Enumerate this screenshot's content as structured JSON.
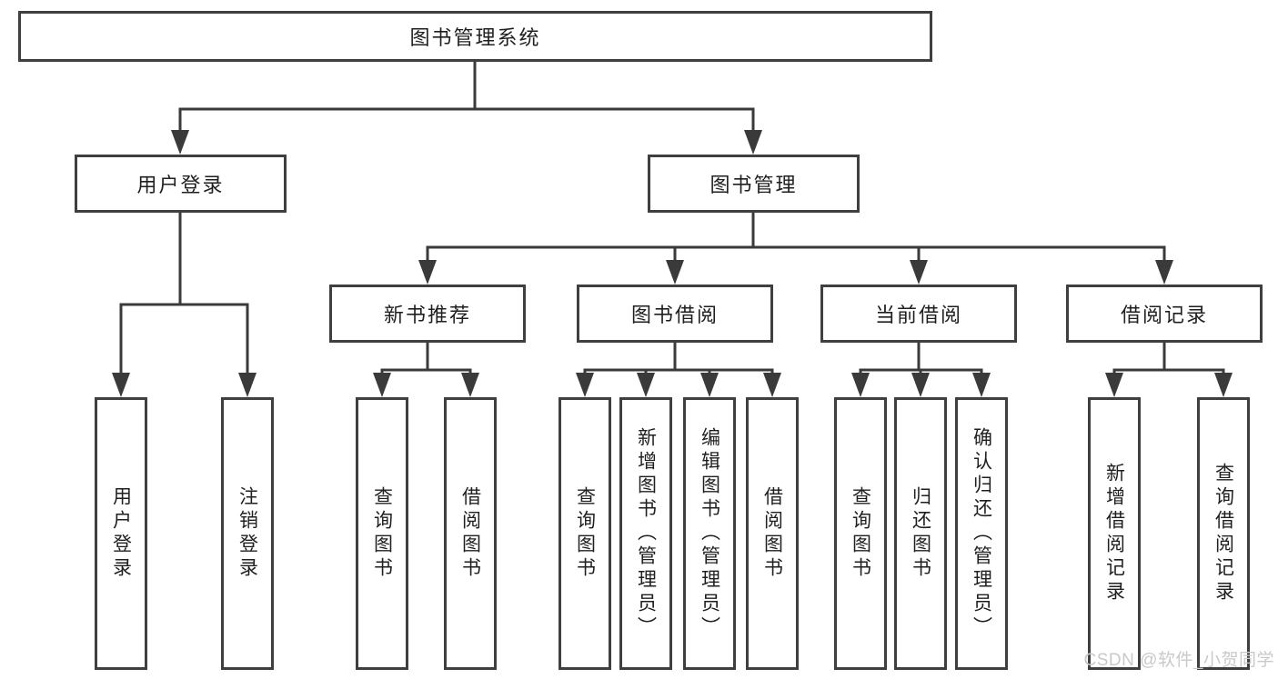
{
  "diagram_title": "图书管理系统",
  "nodes": {
    "root": {
      "label": "图书管理系统"
    },
    "user_login": {
      "label": "用户登录",
      "children": [
        {
          "label": "用户登录"
        },
        {
          "label": "注销登录"
        }
      ]
    },
    "book_mgmt": {
      "label": "图书管理",
      "children": [
        {
          "label": "新书推荐",
          "children": [
            {
              "label": "查询图书"
            },
            {
              "label": "借阅图书"
            }
          ]
        },
        {
          "label": "图书借阅",
          "children": [
            {
              "label": "查询图书"
            },
            {
              "label": "新增图书（管理员）"
            },
            {
              "label": "编辑图书（管理员）"
            },
            {
              "label": "借阅图书"
            }
          ]
        },
        {
          "label": "当前借阅",
          "children": [
            {
              "label": "查询图书"
            },
            {
              "label": "归还图书"
            },
            {
              "label": "确认归还（管理员）"
            }
          ]
        },
        {
          "label": "借阅记录",
          "children": [
            {
              "label": "新增借阅记录"
            },
            {
              "label": "查询借阅记录"
            }
          ]
        }
      ]
    }
  },
  "watermark": {
    "text": "CSDN @软件_小贺同学"
  },
  "colors": {
    "line": "#3a3a3a",
    "box_border": "#3f3f3f",
    "text": "#1f1f1f",
    "watermark": "#c9c9c9",
    "background": "#ffffff"
  }
}
